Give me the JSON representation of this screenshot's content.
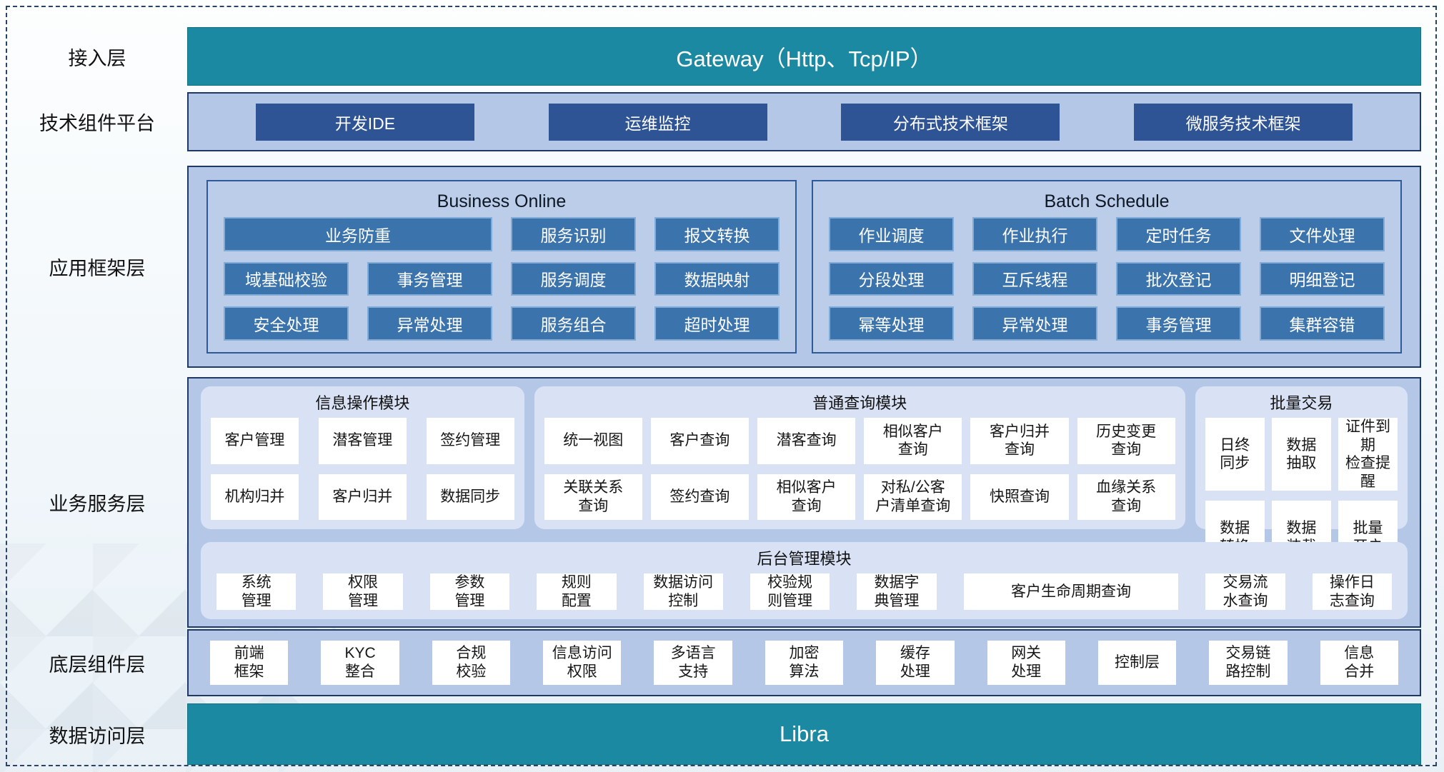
{
  "colors": {
    "teal": "#1C89A2",
    "dark_blue_button": "#2F5496",
    "steel_blue_button": "#3B73AD",
    "panel_blue": "#B4C7E7",
    "module_light_blue": "#D9E2F5",
    "border_navy": "#1F3864"
  },
  "layers": {
    "access": {
      "label": "接入层",
      "gateway": "Gateway（Http、Tcp/IP）"
    },
    "tech_platform": {
      "label": "技术组件平台",
      "items": [
        "开发IDE",
        "运维监控",
        "分布式技术框架",
        "微服务技术框架"
      ]
    },
    "app_framework": {
      "label": "应用框架层",
      "business_online": {
        "title": "Business Online",
        "items": [
          {
            "label": "业务防重",
            "span": 2
          },
          "服务识别",
          "报文转换",
          "域基础校验",
          "事务管理",
          "服务调度",
          "数据映射",
          "安全处理",
          "异常处理",
          "服务组合",
          "超时处理"
        ]
      },
      "batch_schedule": {
        "title": "Batch Schedule",
        "items": [
          "作业调度",
          "作业执行",
          "定时任务",
          "文件处理",
          "分段处理",
          "互斥线程",
          "批次登记",
          "明细登记",
          "幂等处理",
          "异常处理",
          "事务管理",
          "集群容错"
        ]
      }
    },
    "business_service": {
      "label": "业务服务层",
      "info_operation": {
        "title": "信息操作模块",
        "items": [
          "客户管理",
          "潜客管理",
          "签约管理",
          "机构归并",
          "客户归并",
          "数据同步"
        ]
      },
      "general_query": {
        "title": "普通查询模块",
        "items": [
          "统一视图",
          "客户查询",
          "潜客查询",
          "相似客户\n查询",
          "客户归并\n查询",
          "历史变更\n查询",
          "关联关系\n查询",
          "签约查询",
          "相似客户\n查询",
          "对私/公客\n户清单查询",
          "快照查询",
          "血缘关系\n查询"
        ]
      },
      "batch_trading": {
        "title": "批量交易",
        "items": [
          "日终\n同步",
          "数据\n抽取",
          "证件到期\n检查提醒",
          "数据\n转换",
          "数据\n装载",
          "批量\n开户"
        ]
      },
      "backend_mgmt": {
        "title": "后台管理模块",
        "items": [
          "系统\n管理",
          "权限\n管理",
          "参数\n管理",
          "规则\n配置",
          "数据访问\n控制",
          "校验规\n则管理",
          "数据字\n典管理",
          {
            "label": "客户生命周期查询",
            "wide": true
          },
          "交易流\n水查询",
          "操作日\n志查询"
        ]
      }
    },
    "base_component": {
      "label": "底层组件层",
      "items": [
        "前端\n框架",
        "KYC\n整合",
        "合规\n校验",
        "信息访问\n权限",
        "多语言\n支持",
        "加密\n算法",
        "缓存\n处理",
        "网关\n处理",
        "控制层",
        "交易链\n路控制",
        "信息\n合并"
      ]
    },
    "data_access": {
      "label": "数据访问层",
      "platform": "Libra"
    }
  }
}
